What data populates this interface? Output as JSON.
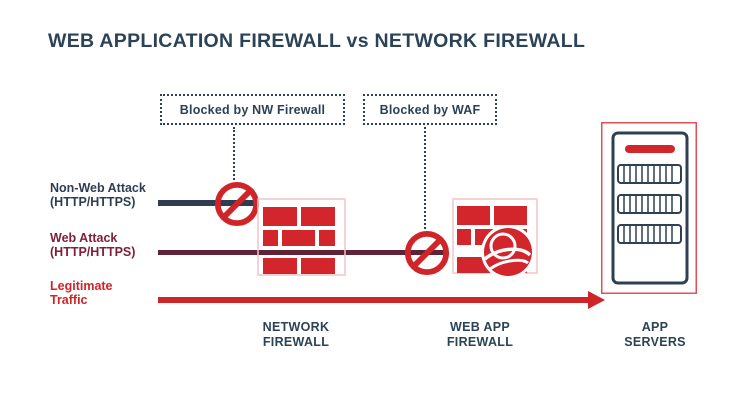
{
  "title": "WEB APPLICATION FIREWALL vs NETWORK FIREWALL",
  "colors": {
    "navy_text": "#2b4257",
    "navy_line": "#2e3e50",
    "red": "#cf2428",
    "maroon_line": "#5e2337",
    "maroon_text": "#7f2037",
    "pink_icon_border": "#f2c4c7"
  },
  "callouts": [
    {
      "label": "Blocked by NW Firewall"
    },
    {
      "label": "Blocked by WAF"
    }
  ],
  "flows": [
    {
      "line1": "Non-Web Attack",
      "line2": "(HTTP/HTTPS)"
    },
    {
      "line1": "Web Attack",
      "line2": "(HTTP/HTTPS)"
    },
    {
      "line1": "Legitimate",
      "line2": "Traffic"
    }
  ],
  "nodes": [
    {
      "line1": "NETWORK",
      "line2": "FIREWALL"
    },
    {
      "line1": "WEB APP",
      "line2": "FIREWALL"
    },
    {
      "line1": "APP",
      "line2": "SERVERS"
    }
  ],
  "icons": {
    "no_entry": "no-entry-icon",
    "firewall": "firewall-brick-icon",
    "waf": "firewall-globe-icon",
    "server": "server-rack-icon"
  }
}
